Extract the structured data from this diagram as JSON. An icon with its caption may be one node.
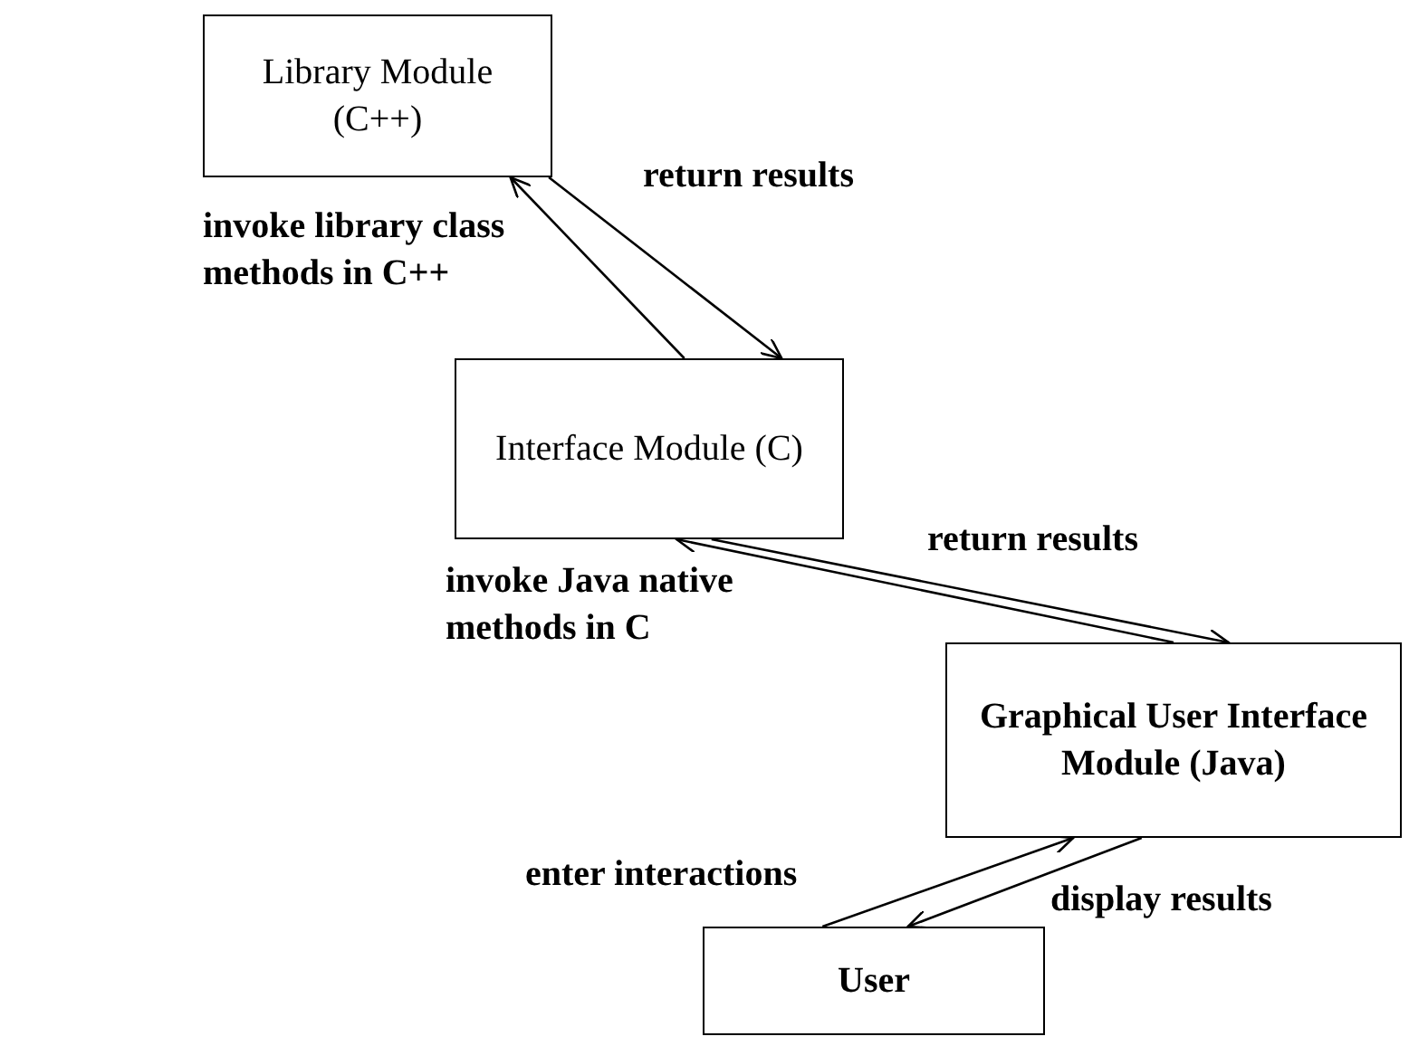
{
  "diagram": {
    "nodes": [
      {
        "text": [
          "Library Module (C++)"
        ]
      },
      {
        "text": [
          "Interface Module (C)"
        ]
      },
      {
        "text": [
          "Graphical User Interface Module (Java)"
        ]
      },
      {
        "text": [
          "User"
        ]
      }
    ],
    "edges": [
      {
        "from": 1,
        "to": 0,
        "arrow": "to",
        "label": "invoke library class methods in C++"
      },
      {
        "from": 0,
        "to": 1,
        "arrow": "to",
        "label": "return results"
      },
      {
        "from": 2,
        "to": 1,
        "arrow": "to",
        "label": "invoke Java native methods in C"
      },
      {
        "from": 1,
        "to": 2,
        "arrow": "to",
        "label": "return results"
      },
      {
        "from": 3,
        "to": 2,
        "arrow": "to",
        "label": "enter interactions"
      },
      {
        "from": 2,
        "to": 3,
        "arrow": "to",
        "label": "display results"
      }
    ]
  }
}
